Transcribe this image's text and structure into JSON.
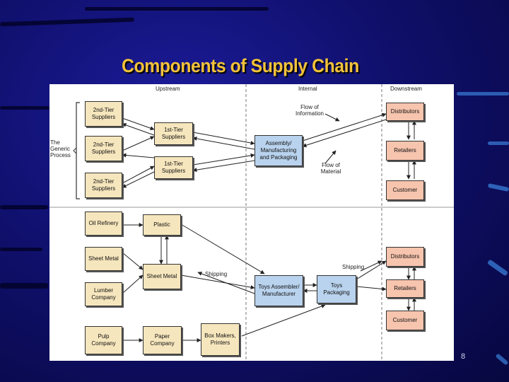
{
  "slide": {
    "title": "Components of Supply Chain",
    "page_number": "8"
  },
  "diagram": {
    "headers": {
      "upstream": "Upstream",
      "internal": "Internal",
      "downstream": "Downstream"
    },
    "generic_process_label": "The Generic Process",
    "flow_of_information": "Flow of Information",
    "flow_of_material": "Flow of Material",
    "shipping_left": "Shipping",
    "shipping_right": "Shipping",
    "top": {
      "tier2_a": "2nd-Tier Suppliers",
      "tier2_b": "2nd-Tier Suppliers",
      "tier2_c": "2nd-Tier Suppliers",
      "tier1_a": "1st-Tier Suppliers",
      "tier1_b": "1st-Tier Suppliers",
      "assembly": "Assembly/ Manufacturing and Packaging",
      "distributors": "Distributors",
      "retailers": "Retailers",
      "customer": "Customer"
    },
    "bottom": {
      "oil": "Oil Refinery",
      "sheet_metal_raw": "Sheet Metal",
      "lumber": "Lumber Company",
      "pulp": "Pulp Company",
      "plastic": "Plastic",
      "sheet_metal": "Sheet Metal",
      "paper": "Paper Company",
      "box_makers": "Box Makers, Printers",
      "toys_assembler": "Toys Assembler/ Manufacturer",
      "toys_packaging": "Toys Packaging",
      "distributors": "Distributors",
      "retailers": "Retailers",
      "customer": "Customer"
    }
  }
}
